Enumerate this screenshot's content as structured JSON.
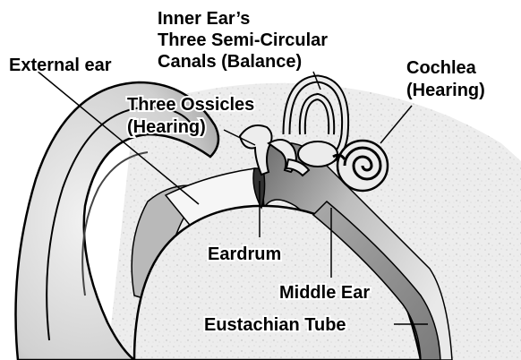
{
  "labels": {
    "inner_ear_line1": "Inner Ear’s",
    "inner_ear_line2": "Three Semi-Circular",
    "inner_ear_line3": "Canals (Balance)",
    "external_ear": "External ear",
    "cochlea_line1": "Cochlea",
    "cochlea_line2": "(Hearing)",
    "ossicles_line1": "Three Ossicles",
    "ossicles_line2": "(Hearing)",
    "eardrum": "Eardrum",
    "middle_ear": "Middle Ear",
    "eustachian_tube": "Eustachian Tube"
  },
  "colors": {
    "text": "#000000",
    "outline": "#000000",
    "skin_light": "#f2f2f2",
    "skin_mid": "#d9d9d9",
    "skin_dark": "#9b9b9b",
    "bone": "#ececec",
    "canal_gradient_light": "#e7e7e7",
    "canal_gradient_dark": "#6a6a6a"
  }
}
